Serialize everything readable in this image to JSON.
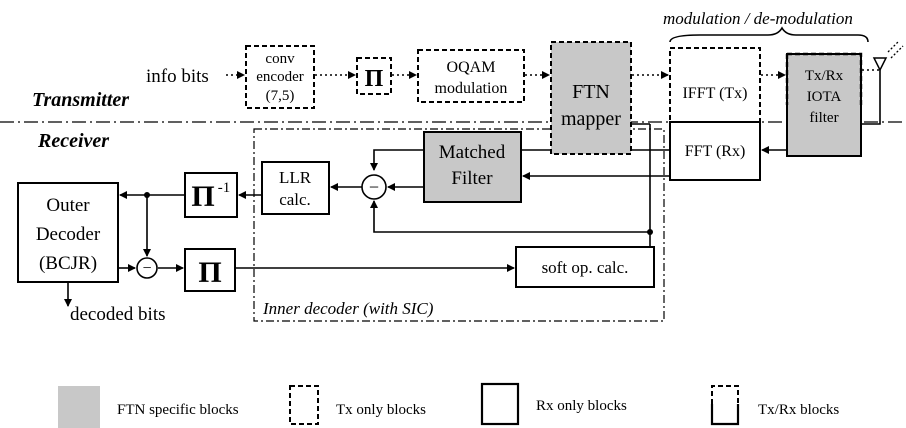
{
  "labels": {
    "modulation_header": "modulation / de-modulation",
    "info_bits": "info bits",
    "transmitter": "Transmitter",
    "receiver": "Receiver",
    "decoded_bits": "decoded bits",
    "inner_decoder": "Inner decoder (with SIC)"
  },
  "blocks": {
    "conv_encoder": [
      "conv",
      "encoder",
      "(7,5)"
    ],
    "interleaver_tx": "Π",
    "oqam": [
      "OQAM",
      "modulation"
    ],
    "ftn_mapper": [
      "FTN",
      "mapper"
    ],
    "ifft": "IFFT (Tx)",
    "fft": "FFT  (Rx)",
    "iota": [
      "Tx/Rx",
      "IOTA",
      "filter"
    ],
    "matched_filter": [
      "Matched",
      "Filter"
    ],
    "llr": [
      "LLR",
      "calc."
    ],
    "deinterleaver": "Π",
    "deinterleaver_sup": "-1",
    "interleaver_rx": "Π",
    "outer_decoder": [
      "Outer",
      "Decoder",
      "(BCJR)"
    ],
    "soft_op": "soft op. calc.",
    "minus": "−"
  },
  "legend": {
    "ftn": "FTN specific blocks",
    "tx": "Tx only blocks",
    "rx": "Rx only blocks",
    "txrx": "Tx/Rx blocks"
  },
  "colors": {
    "ftn_fill": "#c8c8c8"
  }
}
